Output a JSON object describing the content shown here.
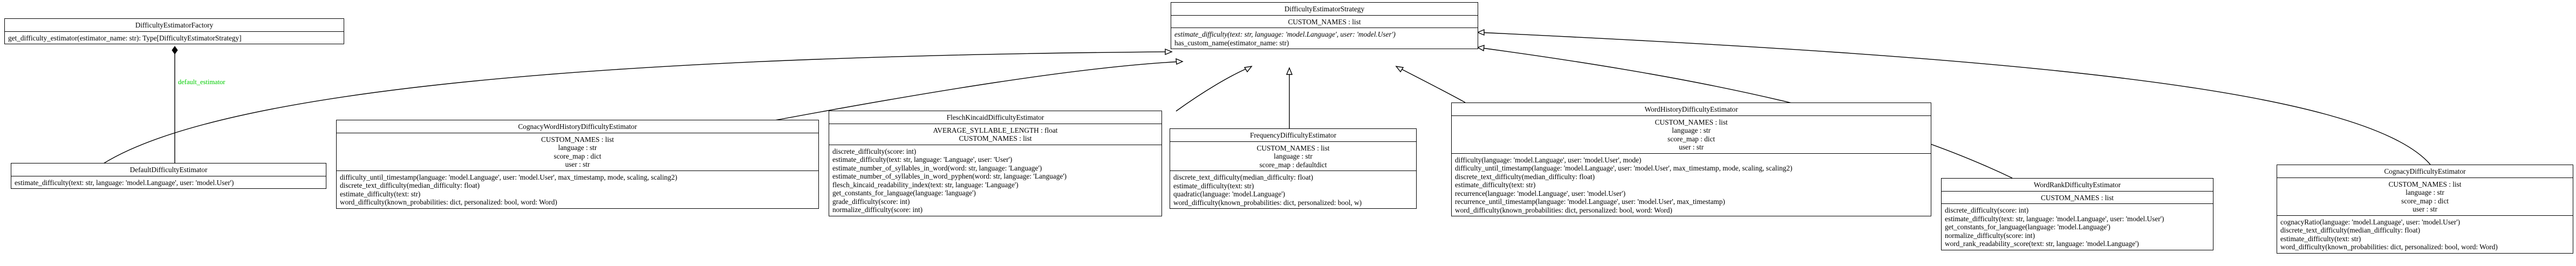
{
  "edge_label": "default_estimator",
  "classes": {
    "factory": {
      "name": "DifficultyEstimatorFactory",
      "attributes": [],
      "operations": [
        {
          "text": "get_difficulty_estimator(estimator_name: str): Type[DifficultyEstimatorStrategy]"
        }
      ]
    },
    "strategy": {
      "name": "DifficultyEstimatorStrategy",
      "attributes": [
        "CUSTOM_NAMES : list"
      ],
      "operations": [
        {
          "text": "estimate_difficulty(text: str, language: 'model.Language', user: 'model.User')",
          "abstract": true
        },
        {
          "text": "has_custom_name(estimator_name: str)"
        }
      ]
    },
    "default": {
      "name": "DefaultDifficultyEstimator",
      "attributes": [],
      "operations": [
        {
          "text": "estimate_difficulty(text: str, language: 'model.Language', user: 'model.User')"
        }
      ]
    },
    "cognacy_word_history": {
      "name": "CognacyWordHistoryDifficultyEstimator",
      "attributes": [
        "CUSTOM_NAMES : list",
        "language : str",
        "score_map : dict",
        "user : str"
      ],
      "operations": [
        {
          "text": "difficulty_until_timestamp(language: 'model.Language', user: 'model.User', max_timestamp, mode, scaling, scaling2)"
        },
        {
          "text": "discrete_text_difficulty(median_difficulty: float)"
        },
        {
          "text": "estimate_difficulty(text: str)"
        },
        {
          "text": "word_difficulty(known_probabilities: dict, personalized: bool, word: Word)"
        }
      ]
    },
    "flesch": {
      "name": "FleschKincaidDifficultyEstimator",
      "attributes": [
        "AVERAGE_SYLLABLE_LENGTH : float",
        "CUSTOM_NAMES : list"
      ],
      "operations": [
        {
          "text": "discrete_difficulty(score: int)"
        },
        {
          "text": "estimate_difficulty(text: str, language: 'Language', user: 'User')"
        },
        {
          "text": "estimate_number_of_syllables_in_word(word: str, language: 'Language')"
        },
        {
          "text": "estimate_number_of_syllables_in_word_pyphen(word: str, language: 'Language')"
        },
        {
          "text": "flesch_kincaid_readability_index(text: str, language: 'Language')"
        },
        {
          "text": "get_constants_for_language(language: 'language')"
        },
        {
          "text": "grade_difficulty(score: int)"
        },
        {
          "text": "normalize_difficulty(score: int)"
        }
      ]
    },
    "frequency": {
      "name": "FrequencyDifficultyEstimator",
      "attributes": [
        "CUSTOM_NAMES : list",
        "language : str",
        "score_map : defaultdict"
      ],
      "operations": [
        {
          "text": "discrete_text_difficulty(median_difficulty: float)"
        },
        {
          "text": "estimate_difficulty(text: str)"
        },
        {
          "text": "quadratic(language: 'model.Language')"
        },
        {
          "text": "word_difficulty(known_probabilities: dict, personalized: bool, w)"
        }
      ]
    },
    "word_history": {
      "name": "WordHistoryDifficultyEstimator",
      "attributes": [
        "CUSTOM_NAMES : list",
        "language : str",
        "score_map : dict",
        "user : str"
      ],
      "operations": [
        {
          "text": "difficulty(language: 'model.Language', user: 'model.User', mode)"
        },
        {
          "text": "difficulty_until_timestamp(language: 'model.Language', user: 'model.User', max_timestamp, mode, scaling, scaling2)"
        },
        {
          "text": "discrete_text_difficulty(median_difficulty: float)"
        },
        {
          "text": "estimate_difficulty(text: str)"
        },
        {
          "text": "recurrence(language: 'model.Language', user: 'model.User')"
        },
        {
          "text": "recurrence_until_timestamp(language: 'model.Language', user: 'model.User', max_timestamp)"
        },
        {
          "text": "word_difficulty(known_probabilities: dict, personalized: bool, word: Word)"
        }
      ]
    },
    "word_rank": {
      "name": "WordRankDifficultyEstimator",
      "attributes": [
        "CUSTOM_NAMES : list"
      ],
      "operations": [
        {
          "text": "discrete_difficulty(score: int)"
        },
        {
          "text": "estimate_difficulty(text: str, language: 'model.Language', user: 'model.User')"
        },
        {
          "text": "get_constants_for_language(language: 'model.Language')"
        },
        {
          "text": "normalize_difficulty(score: int)"
        },
        {
          "text": "word_rank_readability_score(text: str, language: 'model.Language')"
        }
      ]
    },
    "cognacy": {
      "name": "CognacyDifficultyEstimator",
      "attributes": [
        "CUSTOM_NAMES : list",
        "language : str",
        "score_map : dict",
        "user : str"
      ],
      "operations": [
        {
          "text": "cognacyRatio(language: 'model.Language', user: 'model.User')"
        },
        {
          "text": "discrete_text_difficulty(median_difficulty: float)"
        },
        {
          "text": "estimate_difficulty(text: str)"
        },
        {
          "text": "word_difficulty(known_probabilities: dict, personalized: bool, word: Word)"
        }
      ]
    }
  }
}
